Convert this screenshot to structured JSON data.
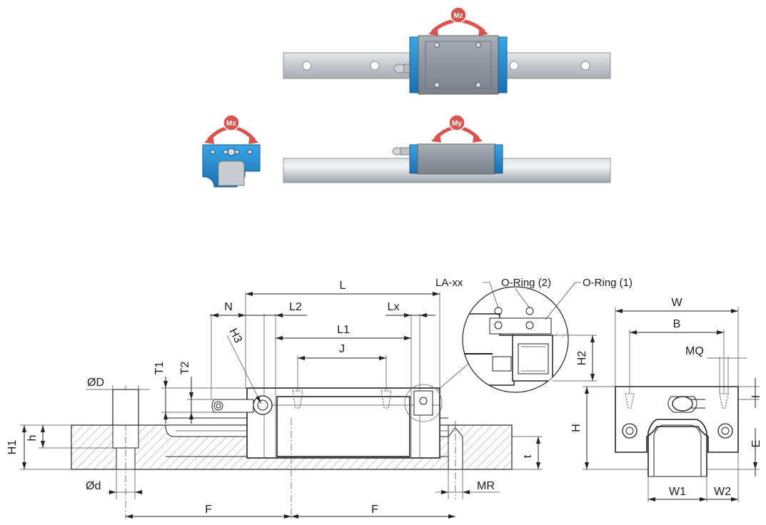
{
  "moments": {
    "mz": "Mz",
    "mx": "Mx",
    "my": "My"
  },
  "dimensions": {
    "L": "L",
    "N": "N",
    "L2": "L2",
    "Lx": "Lx",
    "L1": "L1",
    "J": "J",
    "H3": "H3",
    "T1": "T1",
    "T2": "T2",
    "OD": "ØD",
    "Od": "Ød",
    "H1": "H1",
    "h": "h",
    "t": "t",
    "MR": "MR",
    "F_left": "F",
    "F_right": "F",
    "H2": "H2",
    "W": "W",
    "B": "B",
    "MQ": "MQ",
    "H": "H",
    "I": "I",
    "E": "E",
    "W1": "W1",
    "W2": "W2"
  },
  "callouts": {
    "la": "LA-xx",
    "oring2": "O-Ring (2)",
    "oring1": "O-Ring (1)"
  },
  "colors": {
    "block_blue": "#1f7fc2",
    "end_seal_blue": "#2a9ad8",
    "rail_grey": "#c8ccd1",
    "carriage_grey": "#9aa0a8",
    "arrow_red": "#d9534f"
  }
}
